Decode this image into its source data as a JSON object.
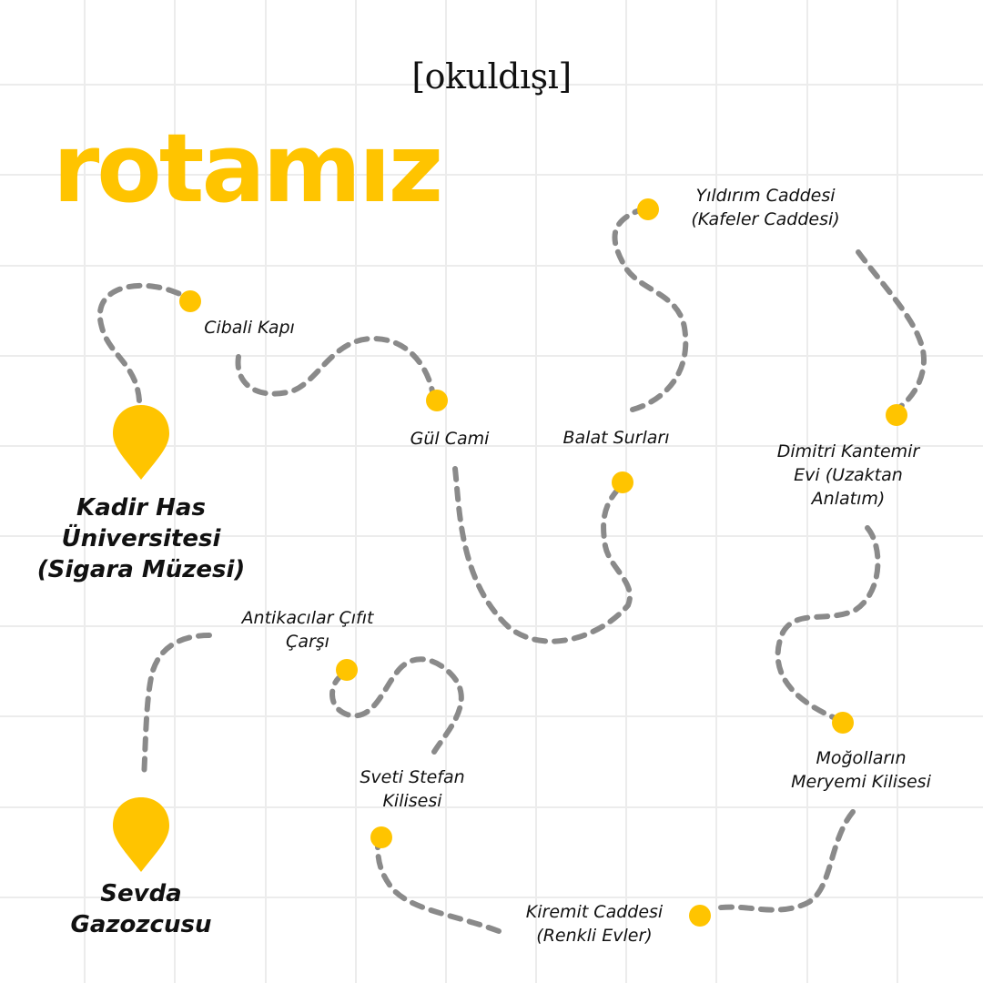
{
  "brand": "[okuldışı]",
  "title": "rotamız",
  "colors": {
    "accent": "#ffc400",
    "route": "#8a8a8a",
    "grid": "#ececec",
    "text": "#111111"
  },
  "start": {
    "label_lines": [
      "Kadir Has",
      "Üniversitesi",
      "(Sigara Müzesi)"
    ],
    "icon": "map-pin-icon"
  },
  "end": {
    "label_lines": [
      "Sevda",
      "Gazozcusu"
    ],
    "icon": "map-pin-icon"
  },
  "stops": [
    {
      "label_lines": [
        "Cibali Kapı"
      ]
    },
    {
      "label_lines": [
        "Gül Cami"
      ]
    },
    {
      "label_lines": [
        "Balat Surları"
      ]
    },
    {
      "label_lines": [
        "Yıldırım Caddesi",
        "(Kafeler Caddesi)"
      ]
    },
    {
      "label_lines": [
        "Dimitri Kantemir",
        "Evi (Uzaktan",
        "Anlatım)"
      ]
    },
    {
      "label_lines": [
        "Moğolların",
        "Meryemi Kilisesi"
      ]
    },
    {
      "label_lines": [
        "Kiremit Caddesi",
        "(Renkli Evler)"
      ]
    },
    {
      "label_lines": [
        "Sveti Stefan",
        "Kilisesi"
      ]
    },
    {
      "label_lines": [
        "Antikacılar Çıfıt",
        "Çarşı"
      ]
    }
  ]
}
